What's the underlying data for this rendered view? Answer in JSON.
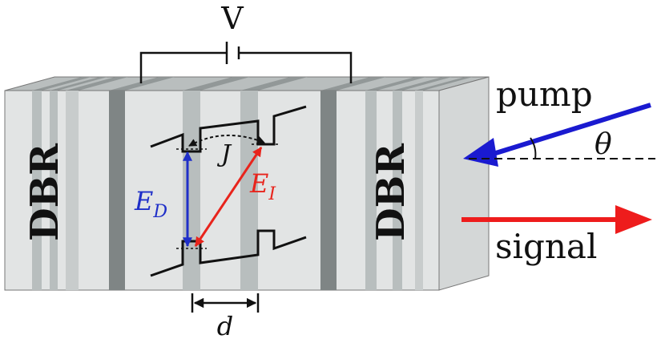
{
  "labels": {
    "voltage": "V",
    "dbr_left": "DBR",
    "dbr_right": "DBR",
    "coupling": "J",
    "direct_energy": {
      "main": "E",
      "sub": "D"
    },
    "indirect_energy": {
      "main": "E",
      "sub": "I"
    },
    "pump": "pump",
    "angle": "θ",
    "signal": "signal",
    "well_spacing": "d"
  },
  "colors": {
    "direct_transition": "#1f2fc8",
    "indirect_transition": "#e8241c",
    "pump_arrow": "#1a1ad0",
    "signal_arrow": "#ee1c1c",
    "front_face": "#e2e4e4",
    "top_face": "#b9bebe",
    "side_face": "#d4d7d7",
    "light_layer": "#b8bebe",
    "dark_layer": "#7f8585"
  }
}
